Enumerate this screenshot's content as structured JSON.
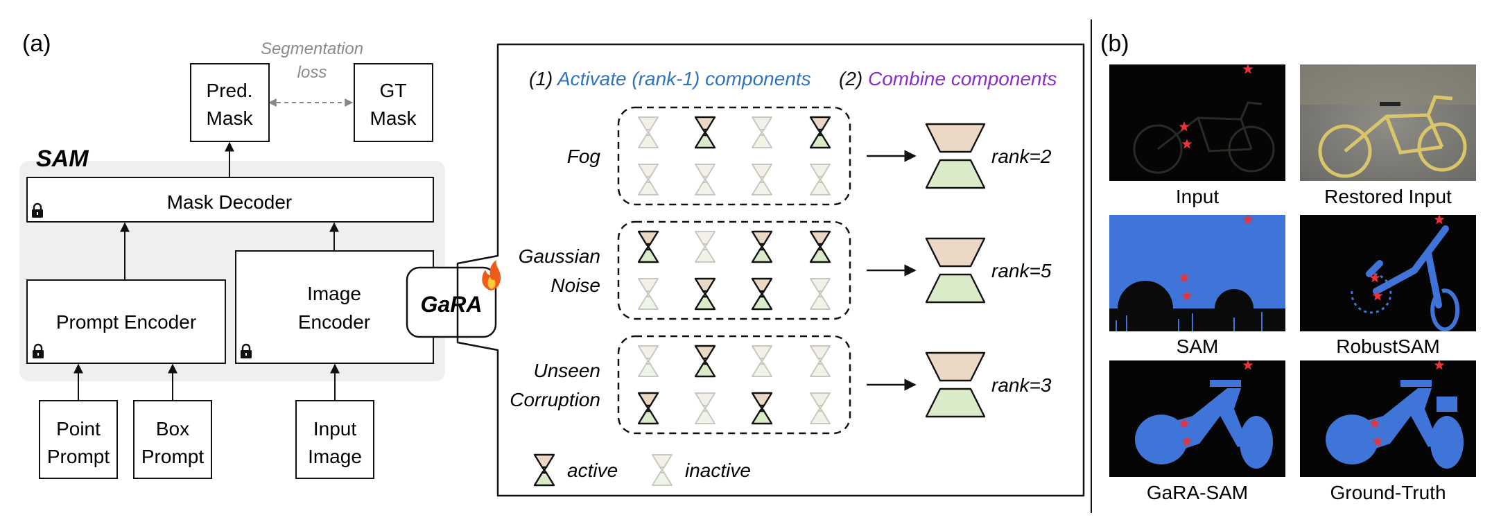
{
  "panel_a": {
    "label": "(a)",
    "sam_title": "SAM",
    "seg_loss_line1": "Segmentation",
    "seg_loss_line2": "loss",
    "pred_mask": [
      "Pred.",
      "Mask"
    ],
    "gt_mask": [
      "GT",
      "Mask"
    ],
    "mask_decoder": "Mask Decoder",
    "prompt_encoder": "Prompt Encoder",
    "image_encoder": [
      "Image",
      "Encoder"
    ],
    "gara": "GaRA",
    "inputs": {
      "point_prompt": [
        "Point",
        "Prompt"
      ],
      "box_prompt": [
        "Box",
        "Prompt"
      ],
      "input_image": [
        "Input",
        "Image"
      ]
    }
  },
  "gara_detail": {
    "step1_prefix": "(1) ",
    "step1_text": "Activate (rank-1) components",
    "step2_prefix": "(2) ",
    "step2_text": "Combine components",
    "rows": [
      {
        "label": [
          "Fog"
        ],
        "rank_label": "rank=2",
        "active": [
          [
            0,
            1,
            0,
            1
          ],
          [
            0,
            0,
            0,
            0
          ]
        ]
      },
      {
        "label": [
          "Gaussian",
          "Noise"
        ],
        "rank_label": "rank=5",
        "active": [
          [
            1,
            0,
            1,
            1
          ],
          [
            0,
            1,
            1,
            0
          ]
        ]
      },
      {
        "label": [
          "Unseen",
          "Corruption"
        ],
        "rank_label": "rank=3",
        "active": [
          [
            0,
            1,
            0,
            0
          ],
          [
            1,
            0,
            1,
            0
          ]
        ]
      }
    ],
    "legend_active": "active",
    "legend_inactive": "inactive"
  },
  "panel_b": {
    "label": "(b)",
    "images": [
      {
        "caption": "Input"
      },
      {
        "caption": "Restored Input"
      },
      {
        "caption": "SAM"
      },
      {
        "caption": "RobustSAM"
      },
      {
        "caption": "GaRA-SAM"
      },
      {
        "caption": "Ground-Truth"
      }
    ]
  },
  "colors": {
    "step1_blue": "#2f74c0",
    "step2_purple": "#8a2ec7",
    "trapezoid_top": "#ead8c5",
    "trapezoid_bottom": "#d9ebc8",
    "mask_blue": "#3f74d8",
    "sam_bg": "#efefef"
  }
}
